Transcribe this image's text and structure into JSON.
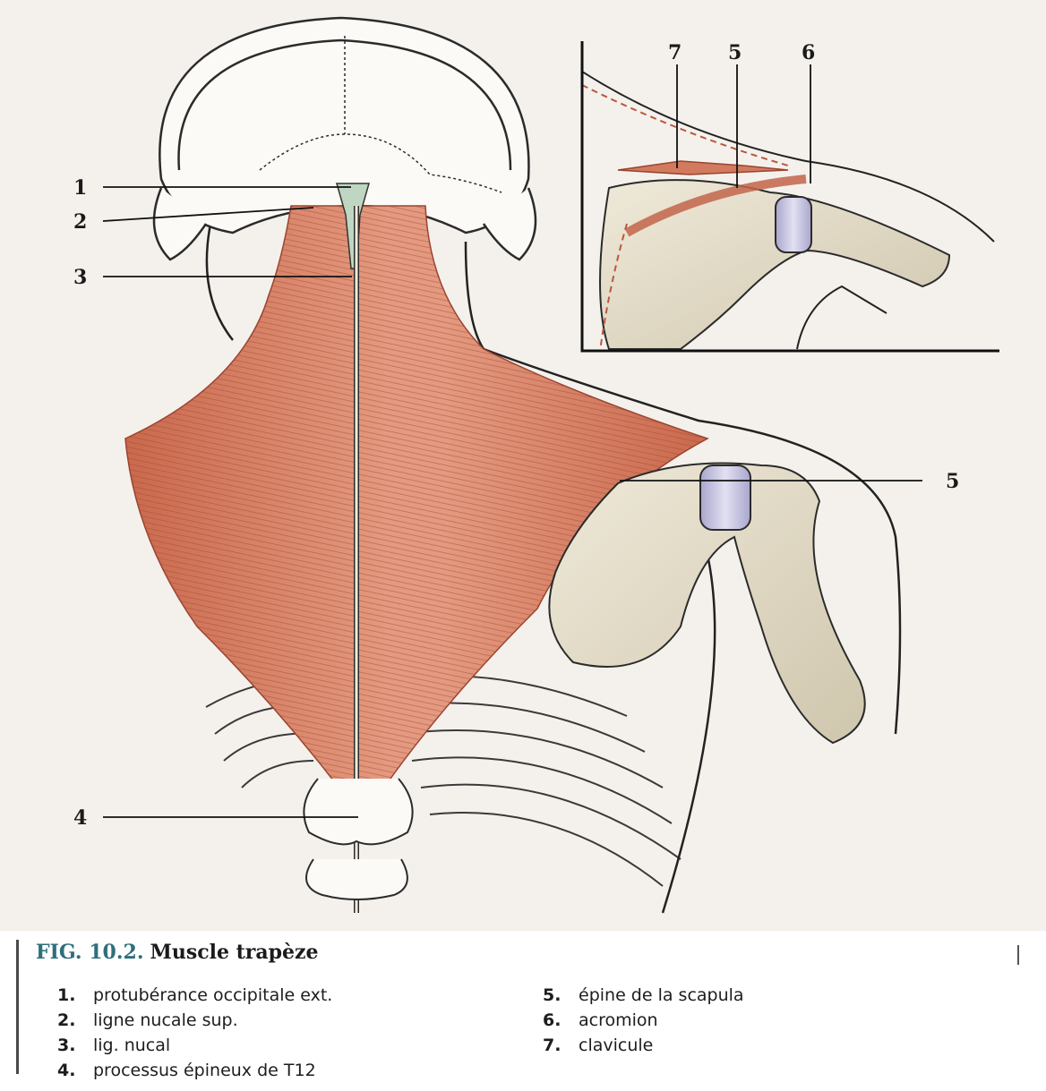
{
  "figure": {
    "number": "FIG. 10.2.",
    "title": "Muscle trapèze"
  },
  "callouts": {
    "c1": "1",
    "c2": "2",
    "c3": "3",
    "c4": "4",
    "c5_main": "5",
    "inset_7": "7",
    "inset_5": "5",
    "inset_6": "6"
  },
  "legend": {
    "left": [
      {
        "num": "1.",
        "text": "protubérance occipitale ext."
      },
      {
        "num": "2.",
        "text": "ligne nucale sup."
      },
      {
        "num": "3.",
        "text": "lig. nucal"
      },
      {
        "num": "4.",
        "text": "processus épineux de T12"
      }
    ],
    "right": [
      {
        "num": "5.",
        "text": "épine de la scapula"
      },
      {
        "num": "6.",
        "text": "acromion"
      },
      {
        "num": "7.",
        "text": "clavicule"
      }
    ]
  },
  "colors": {
    "muscle": "#d27a5e",
    "muscle_dark": "#b9583f",
    "bone": "#e8e1cf",
    "cartilage": "#c9c6e2",
    "outline": "#2b2b2b",
    "background": "#f4f1ec"
  }
}
